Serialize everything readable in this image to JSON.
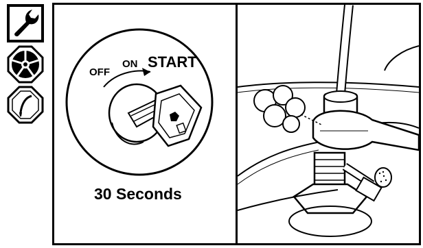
{
  "sidebar": {
    "icons": [
      "wrench-icon",
      "tire-rotation-icon",
      "stop-sign-hose-icon"
    ]
  },
  "left_panel": {
    "switch_labels": {
      "off": "OFF",
      "on": "ON",
      "start": "START"
    },
    "caption": "30 Seconds"
  },
  "right_panel": {
    "illustration": "fitting-leak-check"
  }
}
